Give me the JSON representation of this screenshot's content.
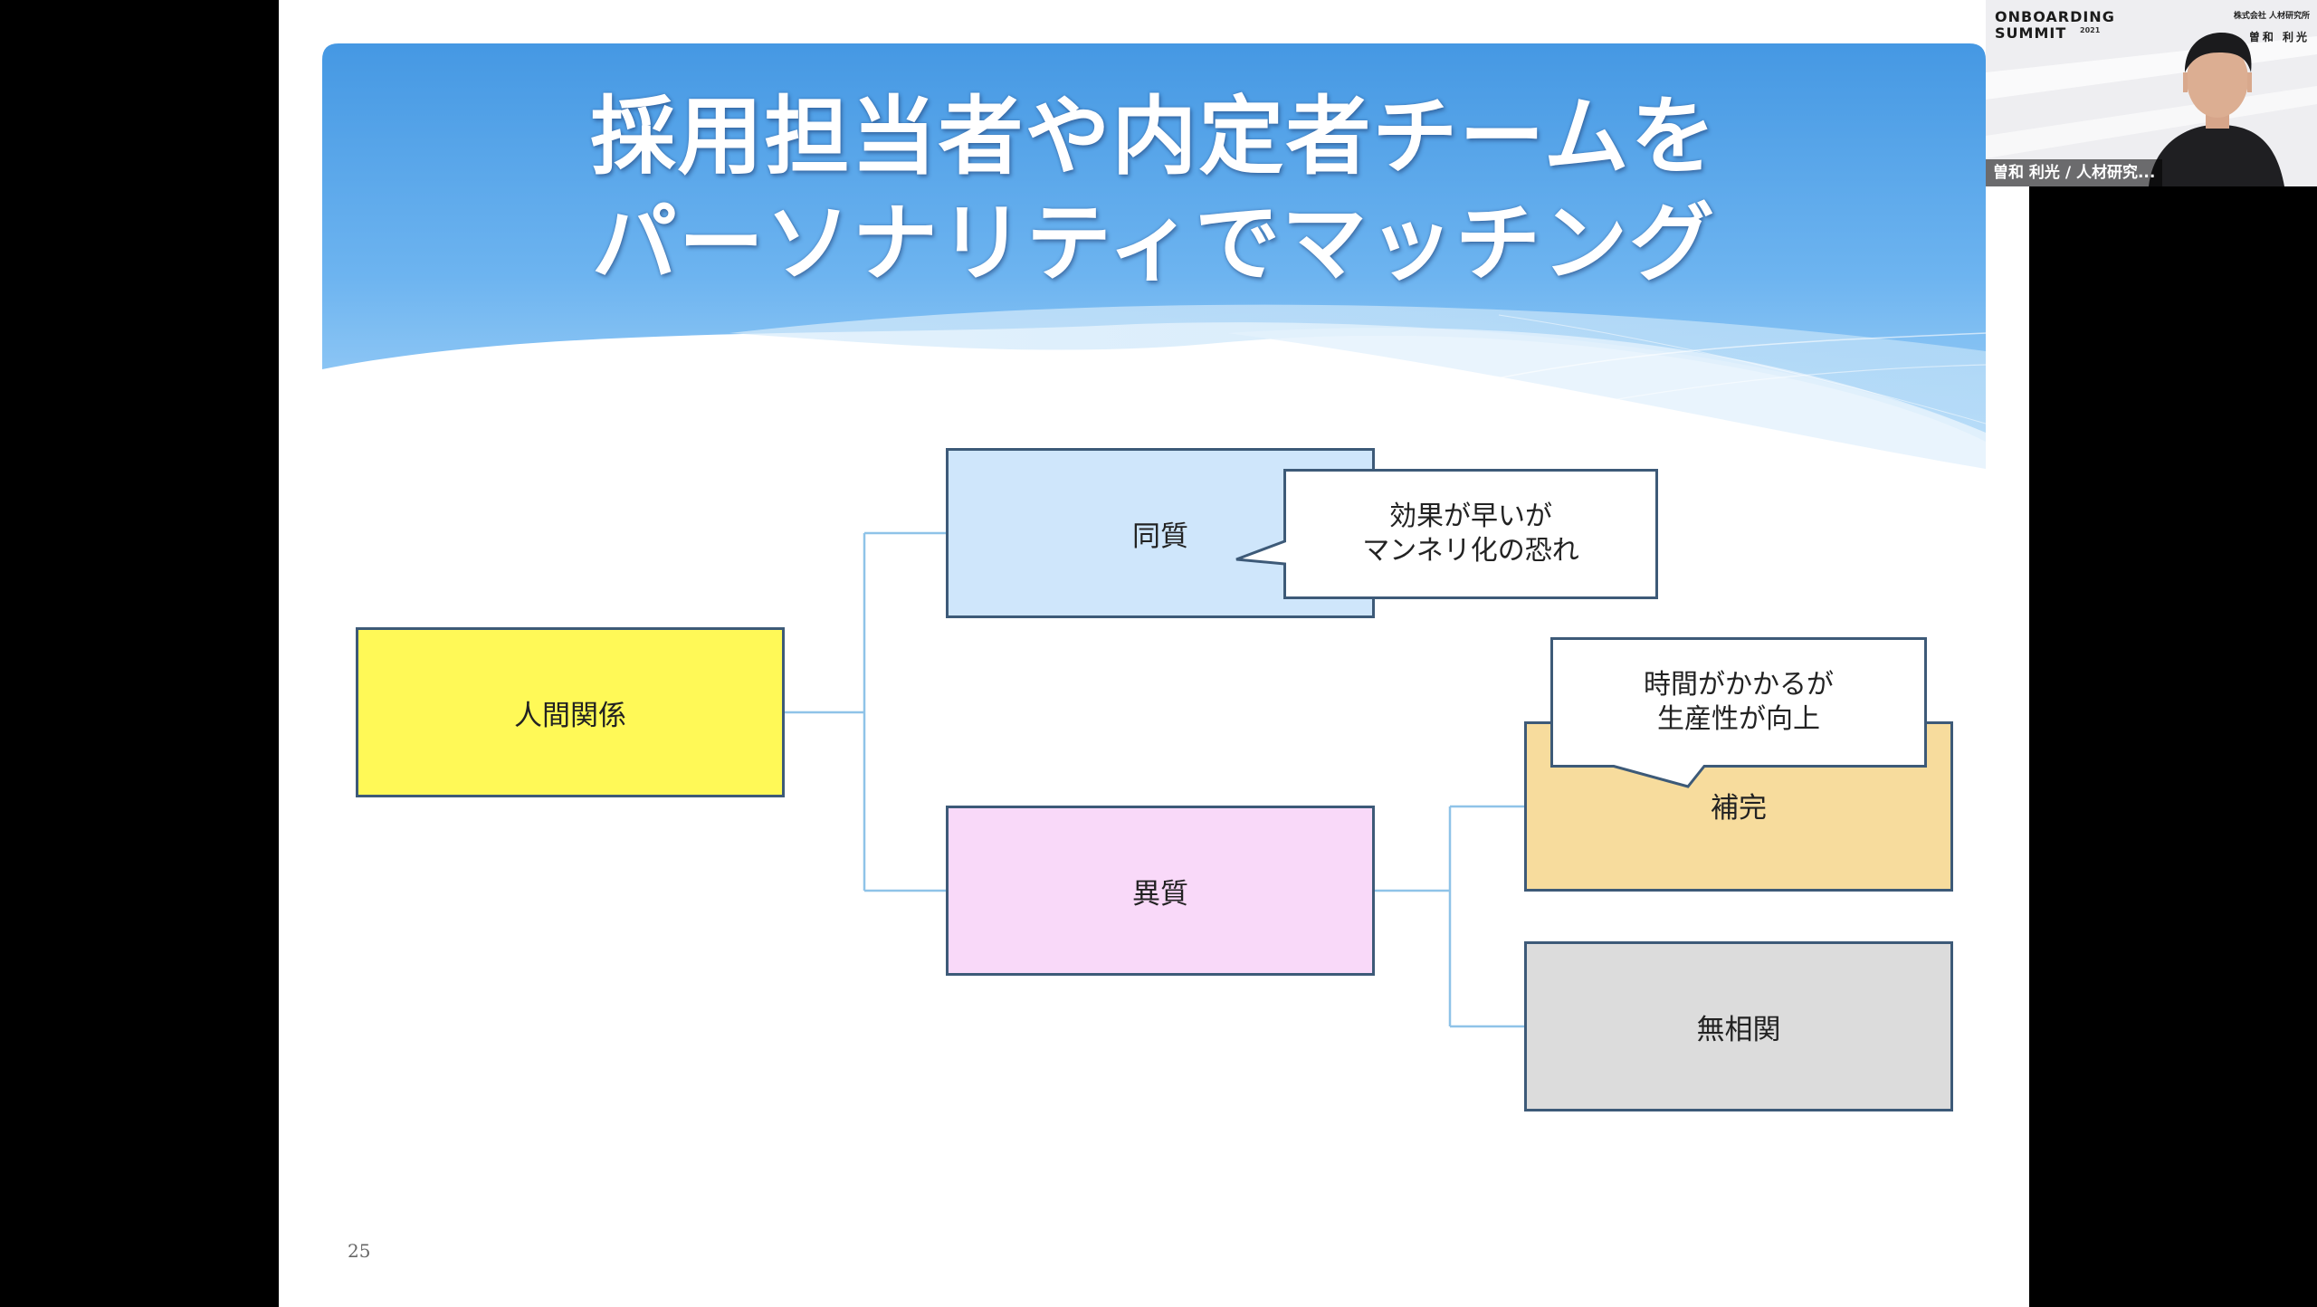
{
  "slide": {
    "title_line1": "採用担当者や内定者チームを",
    "title_line2": "パーソナリティでマッチング",
    "page_number": "25"
  },
  "diagram": {
    "root": "人間関係",
    "same": "同質",
    "different": "異質",
    "complement": "補完",
    "uncorrelated": "無相関",
    "callout_same_line1": "効果が早いが",
    "callout_same_line2": "マンネリ化の恐れ",
    "callout_complement_line1": "時間がかかるが",
    "callout_complement_line2": "生産性が向上"
  },
  "webcam": {
    "event_line1": "ONBOARDING",
    "event_line2": "SUMMIT",
    "event_year": "2021",
    "company": "株式会社 人材研究所",
    "name_tag": "曽和 利光",
    "caption": "曽和 利光 / 人材研究..."
  },
  "colors": {
    "header_blue": "#4a9be6",
    "box_border": "#3d5a78",
    "connector": "#8fc3e8"
  }
}
